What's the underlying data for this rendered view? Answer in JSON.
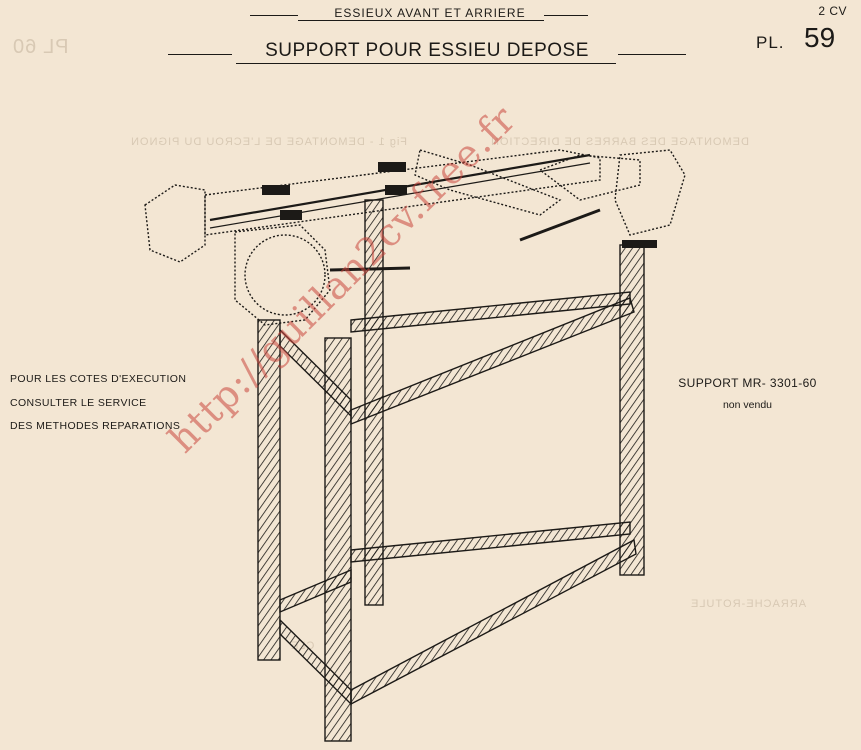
{
  "header": {
    "section": "ESSIEUX AVANT ET ARRIERE",
    "model": "2 CV",
    "title": "SUPPORT POUR ESSIEU DEPOSE",
    "plate_label": "PL.",
    "plate_number": "59"
  },
  "notes": {
    "left": [
      "POUR LES COTES D'EXECUTION",
      "CONSULTER LE SERVICE",
      "DES METHODES REPARATIONS"
    ],
    "support_ref": "SUPPORT MR- 3301-60",
    "support_status": "non vendu"
  },
  "watermark": "http://guillan2cv.free.fr",
  "show_through": {
    "top_left": "Fig 1 - DEMONTAGE DE L'ECROU DU PIGNON",
    "top_right": "DEMONTAGE DES BARRES DE DIRECTION",
    "pl_ghost": "PL 60",
    "arrache": "ARRACHE-ROTULE",
    "cle": "CLE"
  },
  "colors": {
    "paper": "#f3e6d3",
    "ink": "#1c1a17",
    "watermark": "#c8463c",
    "ghost": "#d8c9b4"
  }
}
